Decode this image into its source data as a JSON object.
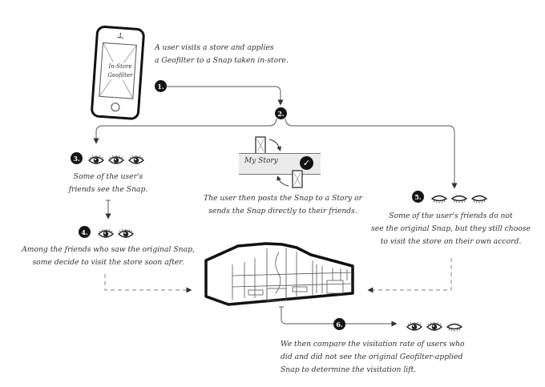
{
  "diagram": {
    "phone": {
      "screen_label_line1": "In-Store",
      "screen_label_line2": "Geofilter"
    },
    "steps": [
      {
        "number": "1.",
        "text_lines": [
          "A user visits a store and applies",
          "a Geofilter to a Snap taken in-store."
        ]
      },
      {
        "number": "2.",
        "text_lines": [
          "The user then posts the Snap to a Story or",
          "sends the Snap directly to their friends."
        ]
      },
      {
        "number": "3.",
        "text_lines": [
          "Some of the user's",
          "friends see the Snap."
        ],
        "eyes": [
          "open",
          "open",
          "open"
        ]
      },
      {
        "number": "4.",
        "text_lines": [
          "Among the friends who saw the original Snap,",
          "some decide to visit the store soon after."
        ],
        "eyes": [
          "open",
          "open"
        ]
      },
      {
        "number": "5.",
        "text_lines": [
          "Some of the user's friends do not",
          "see the original Snap, but they still choose",
          "to visit the store on their own accord."
        ],
        "eyes": [
          "closed",
          "closed",
          "closed"
        ]
      },
      {
        "number": "6.",
        "text_lines": [
          "We then compare the visitation rate of users who",
          "did and did not see the original Geofilter-applied",
          "Snap to determine the visitation lift."
        ],
        "eyes": [
          "open",
          "open",
          "closed"
        ]
      }
    ],
    "story": {
      "label": "My Story",
      "check_icon": "checkmark-icon"
    },
    "icons": {
      "open_eye": "eye-open-icon",
      "closed_eye": "eye-closed-icon",
      "store": "store-building-icon",
      "phone": "smartphone-icon"
    },
    "colors": {
      "ink": "#151515",
      "line": "#777777",
      "story_bg": "#ebebeb",
      "background": "#ffffff"
    }
  }
}
